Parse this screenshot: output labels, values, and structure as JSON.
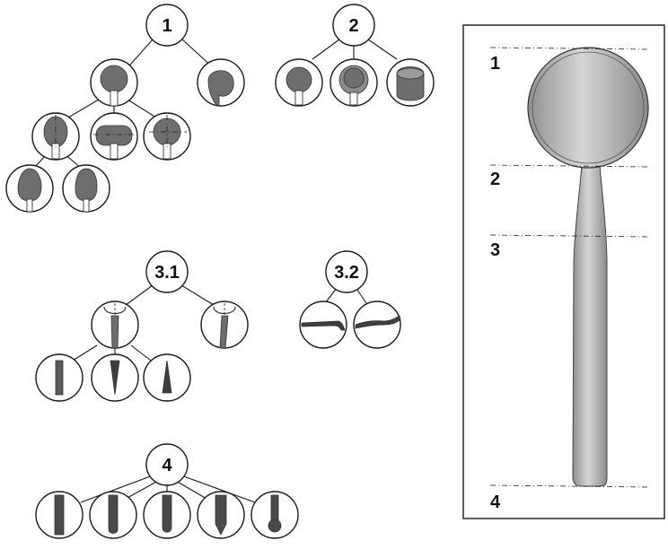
{
  "node_labels": {
    "n1": "1",
    "n2": "2",
    "n31": "3.1",
    "n32": "3.2",
    "n4": "4"
  },
  "spoon_panel": {
    "section_labels": [
      "1",
      "2",
      "3",
      "4"
    ]
  },
  "colors": {
    "line": "#1a1a1a",
    "shape_fill": "#6e6e6e",
    "spoon_fill": "#a9a9a9",
    "background": "#ffffff"
  }
}
